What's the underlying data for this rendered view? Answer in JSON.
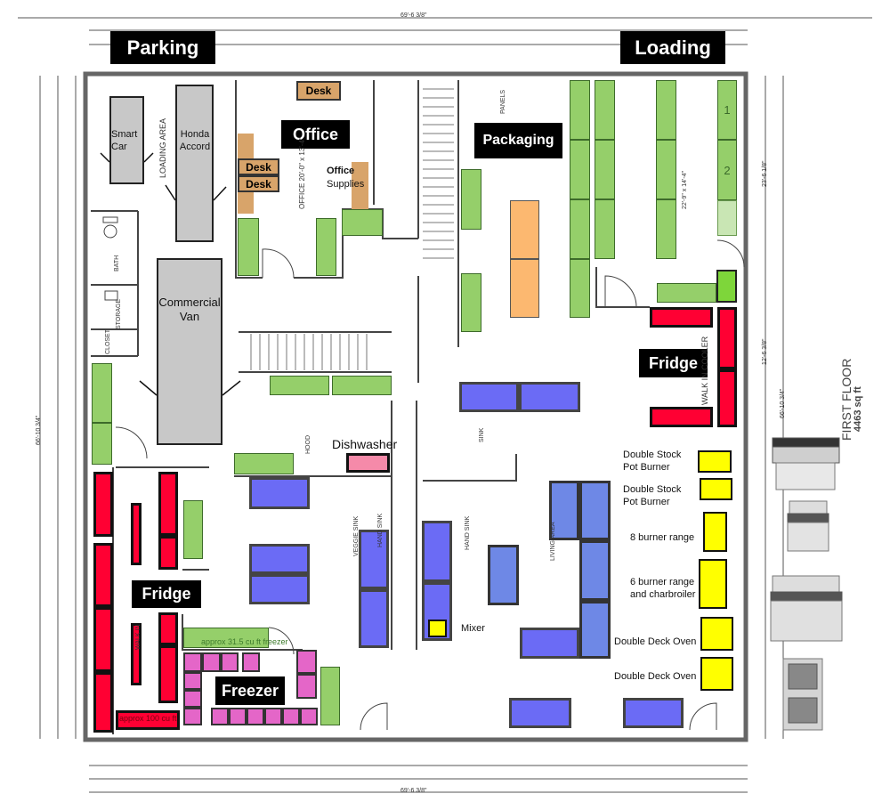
{
  "labels": {
    "parking": "Parking",
    "loading": "Loading",
    "office": "Office",
    "packaging": "Packaging",
    "fridge_right": "Fridge",
    "fridge_left": "Fridge",
    "freezer": "Freezer",
    "dishwasher": "Dishwasher",
    "mixer": "Mixer",
    "office_supplies_line1": "Office",
    "office_supplies_line2": "Supplies",
    "desk_top": "Desk",
    "desk_1": "Desk",
    "desk_2": "Desk",
    "smart_car": "Smart Car",
    "honda_accord": "Honda Accord",
    "commercial_van": "Commercial Van",
    "freezer_green": "approx 31.5 cu ft freezer",
    "red_bottom": "approx 100 cu ft",
    "shelf_1": "1",
    "shelf_2": "2"
  },
  "appliances": [
    {
      "label": "Double Stock Pot Burner"
    },
    {
      "label": "Double Stock Pot Burner"
    },
    {
      "label": "8 burner range"
    },
    {
      "label": "6 burner range and charbroiler"
    },
    {
      "label": "Double Deck Oven"
    },
    {
      "label": "Double Deck Oven"
    }
  ],
  "floor": {
    "title": "FIRST FLOOR",
    "area": "4463 sq ft"
  },
  "room_labels": {
    "loading_area": "LOADING AREA",
    "office_room": "OFFICE 20'-0\" x 13'-4\"",
    "bath": "BATH",
    "storage": "STORAGE",
    "closet": "CLOSET",
    "hood": "HOOD",
    "veggie_sink": "VEGGIE SINK",
    "hand_sink_1": "HAND SINK",
    "hand_sink_2": "HAND SINK",
    "sink": "SINK",
    "walk_in_cooler": "WALK IN COOLER",
    "living_area": "LIVING AREA",
    "walk_in_left": "WALK IN",
    "panels": "PANELS",
    "shelf_area": "22'-9\" x 14'-4\""
  },
  "dimensions": {
    "top_total": "69'-6 3/8\"",
    "bottom_total": "69'-6 3/8\"",
    "left_total": "66'-10 3/4\"",
    "right_total": "66'-10 3/4\"",
    "right_upper": "23'-6 1/8\"",
    "right_lower": "12'-6 3/8\""
  }
}
